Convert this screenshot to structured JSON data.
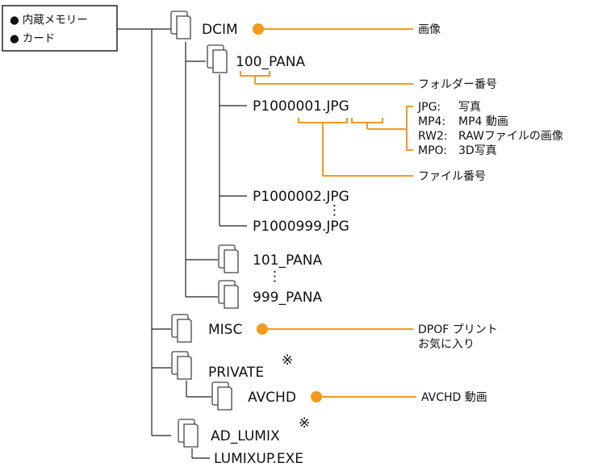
{
  "storage_box": {
    "items": [
      "内蔵メモリー",
      "カード"
    ],
    "bullet": "●"
  },
  "folders": {
    "dcim": "DCIM",
    "pana100": "100_PANA",
    "pana101": "101_PANA",
    "pana999": "999_PANA",
    "misc": "MISC",
    "private": "PRIVATE",
    "avchd": "AVCHD",
    "ad_lumix": "AD_LUMIX"
  },
  "files": {
    "p1": "P1000001.JPG",
    "p2": "P1000002.JPG",
    "p999": "P1000999.JPG",
    "lumixup": "LUMIXUP.EXE"
  },
  "marks": {
    "note_mark": "※",
    "ellipsis": "⋮"
  },
  "annotations": {
    "dcim": "画像",
    "folder_number": "フォルダー番号",
    "file_number": "ファイル番号",
    "misc_line1": "DPOF プリント",
    "misc_line2": "お気に入り",
    "avchd": "AVCHD 動画",
    "extensions": [
      {
        "ext": "JPG:",
        "desc": "写真"
      },
      {
        "ext": "MP4:",
        "desc": "MP4 動画"
      },
      {
        "ext": "RW2:",
        "desc": "RAWファイルの画像"
      },
      {
        "ext": "MPO:",
        "desc": "3D写真"
      }
    ]
  },
  "colors": {
    "accent": "#f39a1e",
    "line": "#222222"
  }
}
